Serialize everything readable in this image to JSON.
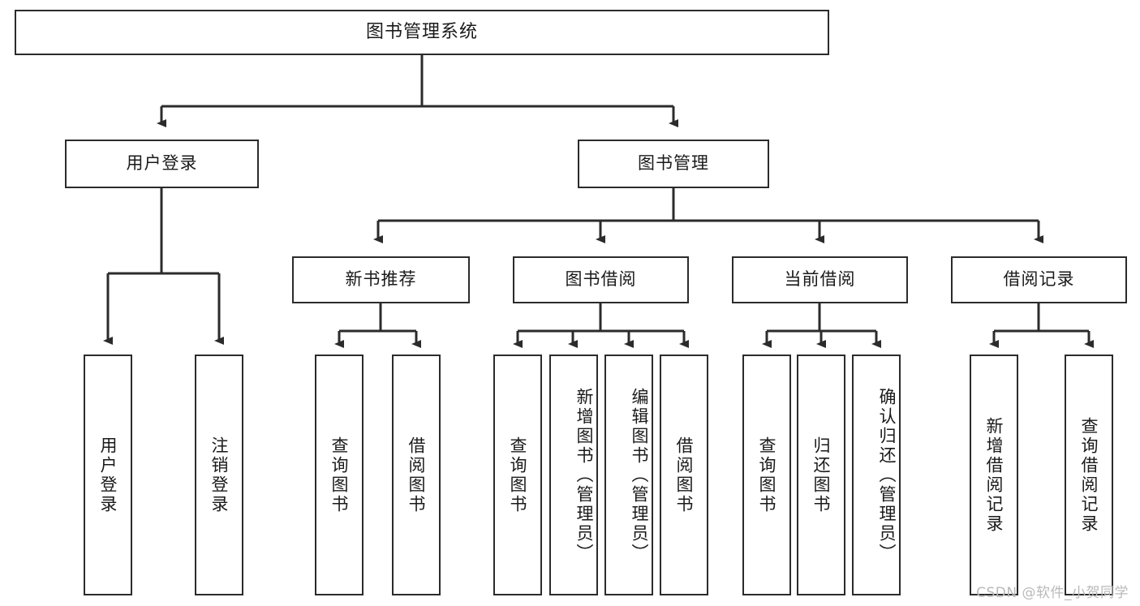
{
  "diagram": {
    "title": "图书管理系统",
    "root": {
      "label": "图书管理系统"
    },
    "level2": [
      {
        "label": "用户登录"
      },
      {
        "label": "图书管理"
      }
    ],
    "level3": [
      {
        "label": "新书推荐"
      },
      {
        "label": "图书借阅"
      },
      {
        "label": "当前借阅"
      },
      {
        "label": "借阅记录"
      }
    ],
    "leaves": [
      {
        "label": "用户登录",
        "parent": "用户登录"
      },
      {
        "label": "注销登录",
        "parent": "用户登录"
      },
      {
        "label": "查询图书",
        "parent": "新书推荐"
      },
      {
        "label": "借阅图书",
        "parent": "新书推荐"
      },
      {
        "label": "查询图书",
        "parent": "图书借阅"
      },
      {
        "label": "新增图书（管理员）",
        "parent": "图书借阅"
      },
      {
        "label": "编辑图书（管理员）",
        "parent": "图书借阅"
      },
      {
        "label": "借阅图书",
        "parent": "图书借阅"
      },
      {
        "label": "查询图书",
        "parent": "当前借阅"
      },
      {
        "label": "归还图书",
        "parent": "当前借阅"
      },
      {
        "label": "确认归还（管理员）",
        "parent": "当前借阅"
      },
      {
        "label": "新增借阅记录",
        "parent": "借阅记录"
      },
      {
        "label": "查询借阅记录",
        "parent": "借阅记录"
      }
    ]
  },
  "watermark": {
    "text": "CSDN @软件_小贺同学"
  },
  "colors": {
    "border": "#2b2b2b",
    "background": "#ffffff",
    "text": "#1a1a1a",
    "watermark": "#b9b9b9"
  }
}
